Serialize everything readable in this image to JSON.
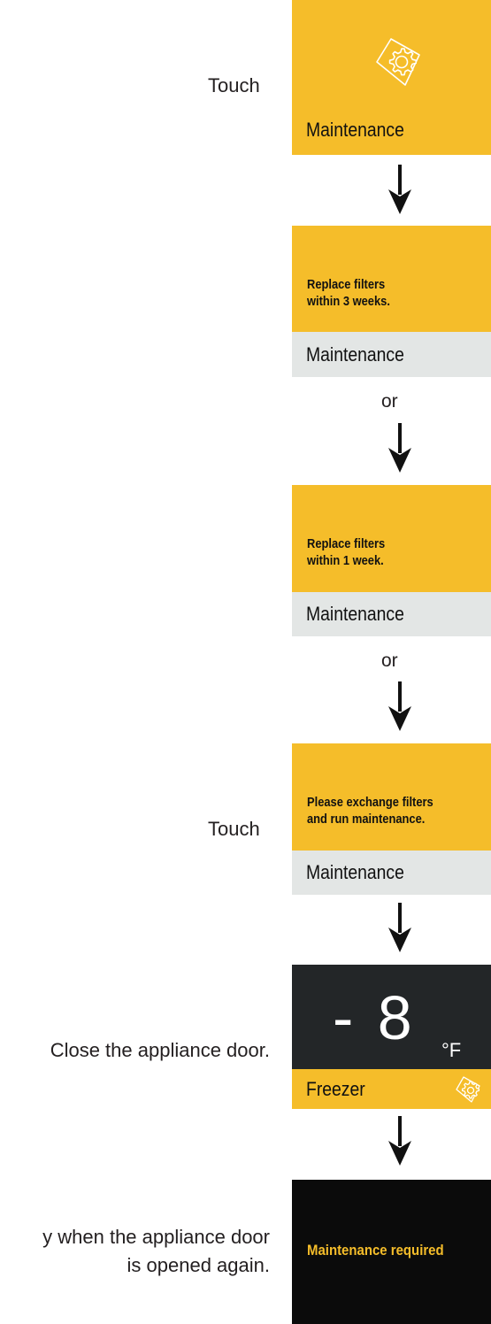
{
  "steps": {
    "touch_label_1": "Touch",
    "touch_label_2": "Touch",
    "close_door_label": "Close the appliance door.",
    "reopen_label_line1": "y when the appliance door",
    "reopen_label_line2": "is opened again.",
    "or_1": "or",
    "or_2": "or"
  },
  "panels": {
    "maintenance_button": {
      "label": "Maintenance",
      "icon": "gear-hand-icon"
    },
    "replace_3_weeks": {
      "line1": "Replace filters",
      "line2": "within 3 weeks.",
      "footer": "Maintenance"
    },
    "replace_1_week": {
      "line1": "Replace filters",
      "line2": "within 1 week.",
      "footer": "Maintenance"
    },
    "exchange_filters": {
      "line1": "Please exchange filters",
      "line2": "and run maintenance.",
      "footer": "Maintenance"
    },
    "freezer": {
      "temperature": "- 8",
      "unit": "°F",
      "label": "Freezer",
      "icon": "gear-icon"
    },
    "maintenance_required": {
      "message": "Maintenance required"
    }
  },
  "colors": {
    "accent_yellow": "#f5bd2a",
    "footer_grey": "#e3e6e5",
    "display_dark": "#232628",
    "display_black": "#0b0b0b"
  }
}
